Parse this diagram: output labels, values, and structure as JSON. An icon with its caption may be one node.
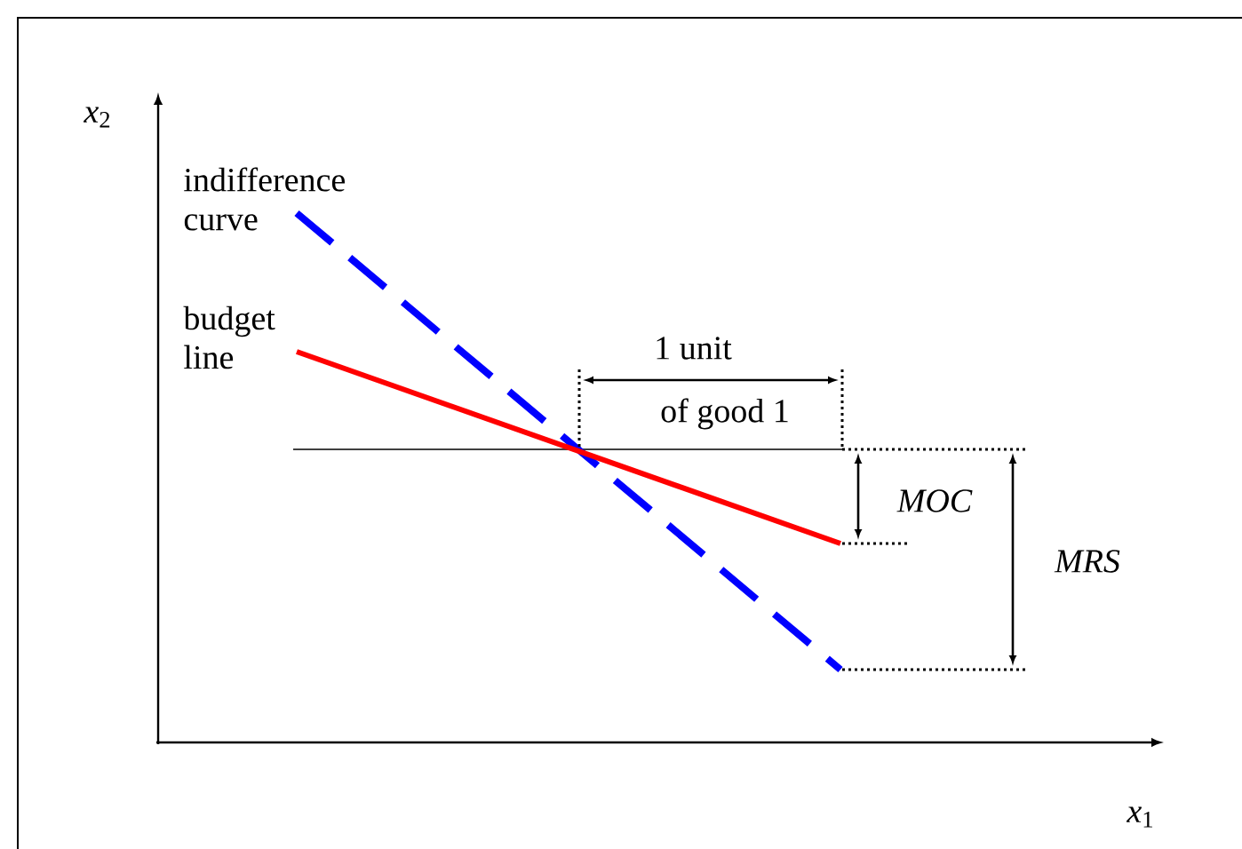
{
  "diagram": {
    "labels": [
      "*x*$_{2}$",
      "indifference curve",
      "budget line",
      "1 unit",
      "of good 1",
      "MOC",
      "MRS",
      "*x*$_{1}$"
    ]
  }
}
